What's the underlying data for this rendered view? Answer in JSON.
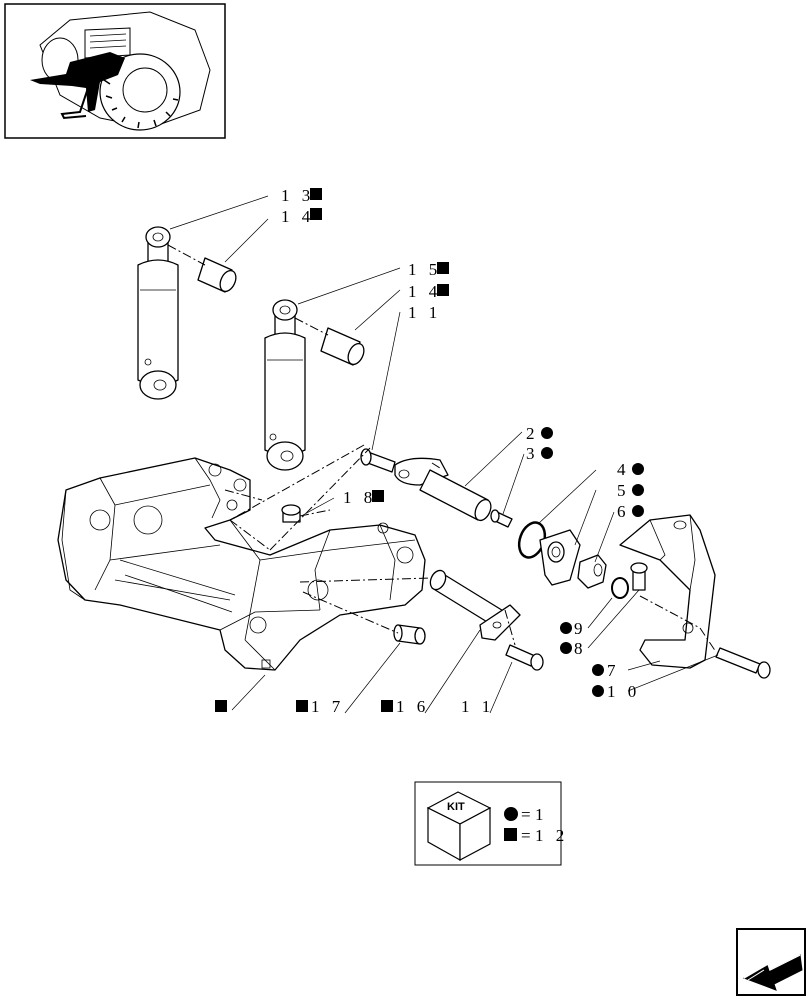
{
  "callouts": {
    "c13": "1 3",
    "c14a": "1 4",
    "c15": "1 5",
    "c14b": "1 4",
    "c11a": "1 1",
    "c2": "2",
    "c3": "3",
    "c4": "4",
    "c5": "5",
    "c6": "6",
    "c18": "1 8",
    "c9": "9",
    "c8": "8",
    "c7": "7",
    "c10": "1 0",
    "c17": "1 7",
    "c16": "1 6",
    "c11b": "1 1"
  },
  "legend": {
    "kit_label": "KIT",
    "circle_equals": "=",
    "circle_value": "1",
    "square_equals": "=",
    "square_value": "1 2"
  },
  "icons": {
    "thumbnail": "tractor-front-hitch-thumbnail",
    "nav": "previous-page-arrow-icon",
    "kit": "kit-box-icon",
    "circle_marker": "filled-circle",
    "square_marker": "filled-square"
  },
  "colors": {
    "ink": "#000000",
    "background": "#ffffff"
  }
}
